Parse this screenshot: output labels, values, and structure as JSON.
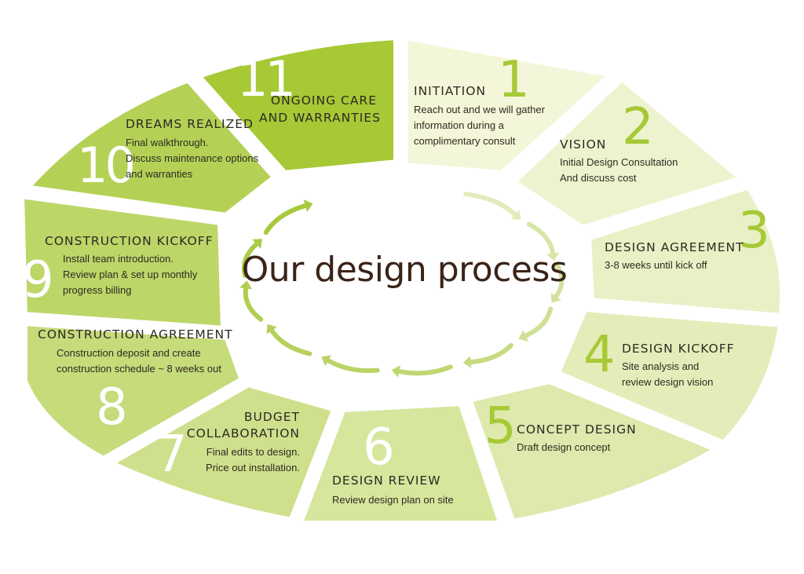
{
  "title": "Our design process",
  "colors": {
    "seg1": "#f3f6d8",
    "seg2": "#eef3cf",
    "seg3": "#e9f0c5",
    "seg4": "#e4edba",
    "seg5": "#dde9ad",
    "seg6": "#d6e69d",
    "seg7": "#cfe08d",
    "seg8": "#c6db7a",
    "seg9": "#bdd668",
    "seg10": "#b4d156",
    "seg11": "#a6c935",
    "arrow": "#a8c93d",
    "num_light": "#a6c935",
    "num_dark": "#ffffff",
    "text": "#2e2a22"
  },
  "steps": [
    {
      "number": "1",
      "heading": "INITIATION",
      "description": [
        "Reach out and we will gather",
        "information during a",
        "complimentary consult"
      ]
    },
    {
      "number": "2",
      "heading": "VISION",
      "description": [
        "Initial Design Consultation",
        "And discuss cost"
      ]
    },
    {
      "number": "3",
      "heading": "DESIGN AGREEMENT",
      "description": [
        "3-8 weeks until kick off"
      ]
    },
    {
      "number": "4",
      "heading": "DESIGN KICKOFF",
      "description": [
        "Site analysis and",
        "review design vision"
      ]
    },
    {
      "number": "5",
      "heading": "CONCEPT DESIGN",
      "description": [
        "Draft design concept"
      ]
    },
    {
      "number": "6",
      "heading": "DESIGN REVIEW",
      "description": [
        "Review design plan on site"
      ]
    },
    {
      "number": "7",
      "heading": [
        "BUDGET",
        "COLLABORATION"
      ],
      "description": [
        "Final edits to design.",
        "Price out installation."
      ]
    },
    {
      "number": "8",
      "heading": "CONSTRUCTION AGREEMENT",
      "description": [
        "Construction deposit and create",
        "construction schedule ~ 8 weeks out"
      ]
    },
    {
      "number": "9",
      "heading": "CONSTRUCTION KICKOFF",
      "description": [
        "Install team introduction.",
        "Review plan & set up monthly",
        "progress billing"
      ]
    },
    {
      "number": "10",
      "heading": "DREAMS REALIZED",
      "description": [
        "Final walkthrough.",
        "Discuss maintenance options",
        "and warranties"
      ]
    },
    {
      "number": "11",
      "heading": [
        "ONGOING CARE",
        "AND WARRANTIES"
      ],
      "description": []
    }
  ]
}
